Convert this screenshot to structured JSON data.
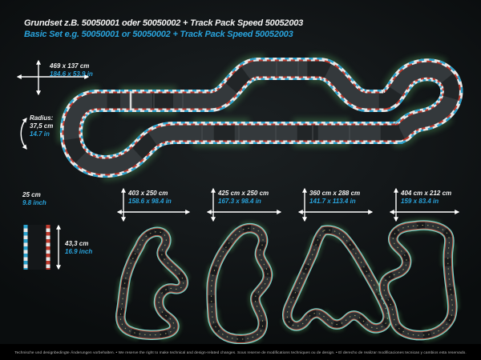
{
  "header": {
    "title_de": "Grundset z.B. 50050001 oder 50050002 + Track Pack Speed 50052003",
    "title_en": "Basic Set e.g. 50050001 or 50050002 + Track Pack Speed 50052003"
  },
  "main_track": {
    "dimensions_cm": "469 x 137 cm",
    "dimensions_in": "184.6 x 53.9 in",
    "radius_label": "Radius:",
    "radius_cm": "37,5 cm",
    "radius_in": "14.7 in"
  },
  "track_piece": {
    "width_cm": "25 cm",
    "width_in": "9.8 inch",
    "length_cm": "43,3 cm",
    "length_in": "16.9 inch"
  },
  "alt_layouts": [
    {
      "dimensions_cm": "403 x 250 cm",
      "dimensions_in": "158.6 x 98.4 in"
    },
    {
      "dimensions_cm": "425 cm x 250 cm",
      "dimensions_in": "167.3 x 98.4 in"
    },
    {
      "dimensions_cm": "360 cm x 288 cm",
      "dimensions_in": "141.7 x 113.4 in"
    },
    {
      "dimensions_cm": "404 cm x 212 cm",
      "dimensions_in": "159 x 83.4 in"
    }
  ],
  "footer": {
    "disclaimer": "Technische und designbedingte Änderungen vorbehalten. • We reserve the right to make technical and design-related changes. Sous reserve de modifications techniques ou de design. • El derecho de realizar modificaciones tecnicas y cambios esta reservado."
  },
  "colors": {
    "accent_blue": "#29a3dc",
    "curb_blue": "#2aa3cf",
    "curb_red": "#c23b2e",
    "edge_teal": "#74d2c9",
    "edge_red": "#c9614c",
    "glow_green": "#8cf08c",
    "road_gray": "#34393c",
    "background": "#14181a"
  }
}
